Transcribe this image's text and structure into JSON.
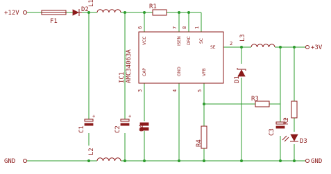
{
  "nets": {
    "vin": "+12V",
    "vout": "+3V",
    "gnd_left": "GND",
    "gnd_right": "GND"
  },
  "components": {
    "F1": "F1",
    "D2": "D2",
    "L1": "L1",
    "R1": "R1",
    "L3": "L3",
    "D1": "D1",
    "R3": "R3",
    "C1": "C1",
    "C2": "C2",
    "C4": "C4",
    "C3": "C3",
    "R2": "R2",
    "R4": "R4",
    "D3": "D3",
    "L2": "L2",
    "IC1": "IC1",
    "IC1_value": "AMC34063A"
  },
  "ic_pins": {
    "vcc": "VCC",
    "isen": "ISEN",
    "drc": "DRC",
    "sc": "SC",
    "se": "SE",
    "cap": "CAP",
    "gnd": "GND",
    "vfb": "VFB"
  },
  "ic_pin_numbers": {
    "vcc": "6",
    "isen": "7",
    "drc": "8",
    "sc": "1",
    "se": "2",
    "cap": "3",
    "gnd": "4",
    "vfb": "5"
  },
  "colors": {
    "wire": "#2e9c2e",
    "part": "#8b1a1a",
    "background": "#ffffff"
  }
}
